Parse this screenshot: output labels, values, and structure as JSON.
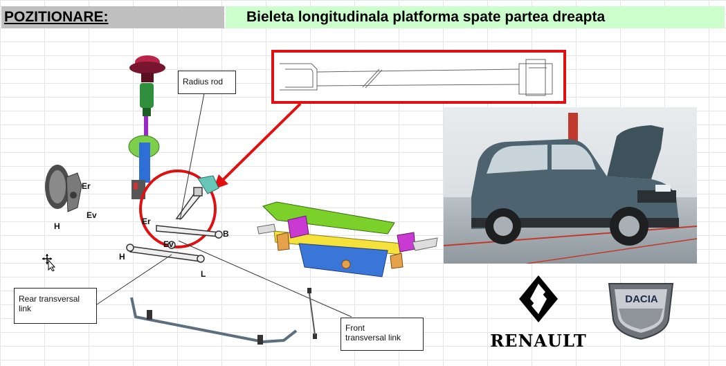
{
  "header": {
    "positioning_label": "POZITIONARE:",
    "part_title": "Bieleta longitudinala platforma spate partea dreapta"
  },
  "callouts": {
    "radius_rod": "Radius rod",
    "rear_transversal_link": "Rear transversal\nlink",
    "front_transversal_link": "Front\ntransversal link"
  },
  "diagram_labels": {
    "er_left": "Er",
    "ev_left": "Ev",
    "h_left": "H",
    "er_mid": "Er",
    "ev_mid": "Ev",
    "b": "B",
    "h_mid": "H",
    "l": "L"
  },
  "logos": {
    "renault": "RENAULT",
    "dacia": "DACIA"
  },
  "colors": {
    "highlight_red": "#e01010",
    "header_gray": "#c0c0c0",
    "header_green": "#ccffcc",
    "car_body": "#4d6470"
  }
}
